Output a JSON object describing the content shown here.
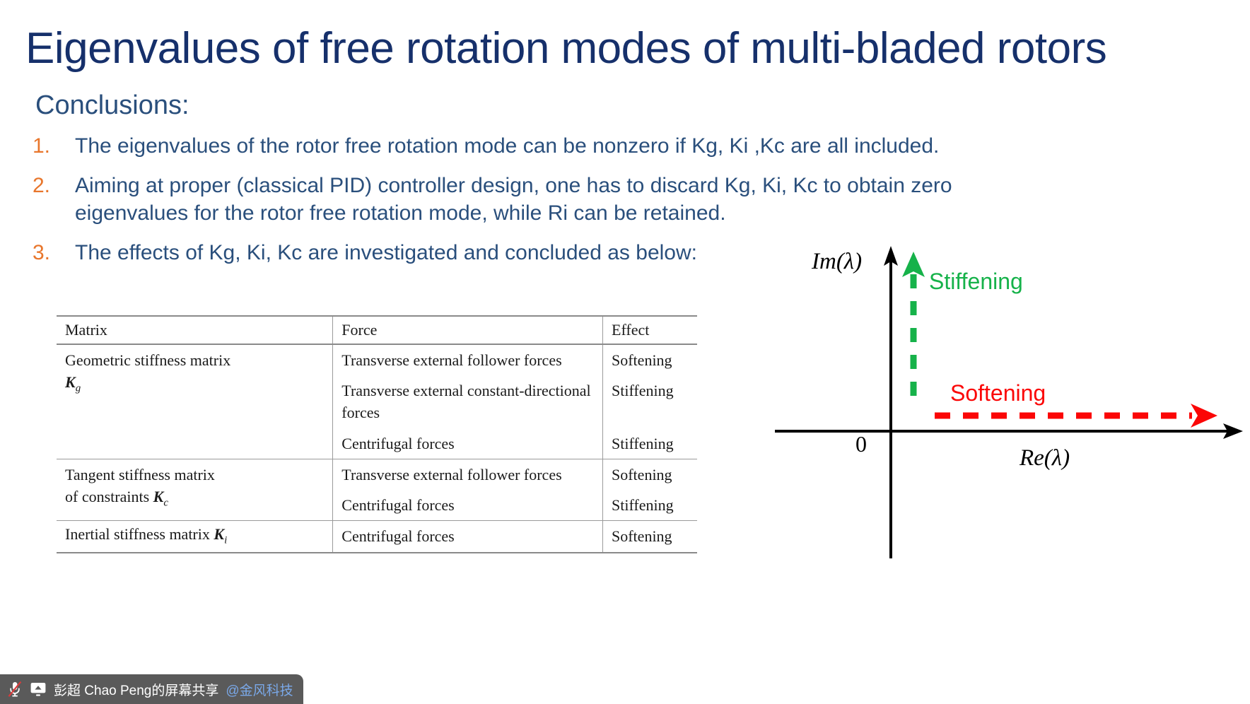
{
  "slide": {
    "title": "Eigenvalues of free rotation modes of multi-bladed rotors",
    "conclusions_heading": "Conclusions:",
    "title_color": "#16306b",
    "body_color": "#2a4f7c",
    "number_color": "#e8762c"
  },
  "conclusions": [
    {
      "number": "1.",
      "text": "The eigenvalues of the rotor free rotation mode can be nonzero if Kg, Ki ,Kc are all included."
    },
    {
      "number": "2.",
      "text": "Aiming at proper (classical PID) controller design, one has to discard Kg, Ki, Kc to obtain zero eigenvalues for the rotor free rotation mode, while Ri can be retained."
    },
    {
      "number": "3.",
      "text": "The effects of Kg, Ki, Kc are investigated and concluded as below:"
    }
  ],
  "table": {
    "headers": [
      "Matrix",
      "Force",
      "Effect"
    ],
    "rows": [
      {
        "matrix_line1": "Geometric stiffness matrix",
        "matrix_symbol": "K",
        "matrix_sub": "g",
        "entries": [
          {
            "force": "Transverse external follower forces",
            "effect": "Softening"
          },
          {
            "force": "Transverse external constant-directional forces",
            "effect": "Stiffening"
          },
          {
            "force": "Centrifugal forces",
            "effect": "Stiffening"
          }
        ]
      },
      {
        "matrix_line1": "Tangent stiffness matrix",
        "matrix_line2": "of constraints",
        "matrix_symbol": "K",
        "matrix_sub": "c",
        "entries": [
          {
            "force": "Transverse external follower forces",
            "effect": "Softening"
          },
          {
            "force": "Centrifugal forces",
            "effect": "Stiffening"
          }
        ]
      },
      {
        "matrix_line1": "Inertial stiffness matrix",
        "matrix_symbol": "K",
        "matrix_sub": "i",
        "entries": [
          {
            "force": "Centrifugal forces",
            "effect": "Softening"
          }
        ]
      }
    ]
  },
  "diagram": {
    "imaginary_axis_label": "Im(λ)",
    "real_axis_label": "Re(λ)",
    "origin_label": "0",
    "stiffening_label": "Stiffening",
    "softening_label": "Softening",
    "stiffening_color": "#16b24a",
    "softening_color": "#fb0606",
    "axis_color": "#000000"
  },
  "share_bar": {
    "mic_icon": "microphone-muted-icon",
    "screen_icon": "screen-share-icon",
    "owner_text": "彭超 Chao Peng的屏幕共享",
    "org_text": "@金风科技",
    "background": "#5a5a5a",
    "org_color": "#7aa8e8"
  }
}
